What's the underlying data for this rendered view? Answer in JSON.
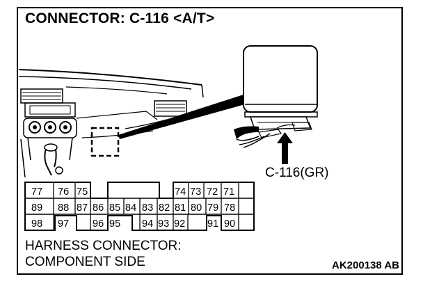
{
  "title": "CONNECTOR: C-116 <A/T>",
  "connector_label": "C-116(GR)",
  "caption_line1": "HARNESS CONNECTOR:",
  "caption_line2": "COMPONENT SIDE",
  "code": "AK200138 AB",
  "pins": {
    "row1": [
      "77",
      "76",
      "75",
      "74",
      "73",
      "72",
      "71"
    ],
    "row2": [
      "89",
      "88",
      "87",
      "86",
      "85",
      "84",
      "83",
      "82",
      "81",
      "80",
      "79",
      "78"
    ],
    "row3": [
      "98",
      "97",
      "96",
      "95",
      "94",
      "93",
      "92",
      "91",
      "90"
    ]
  }
}
